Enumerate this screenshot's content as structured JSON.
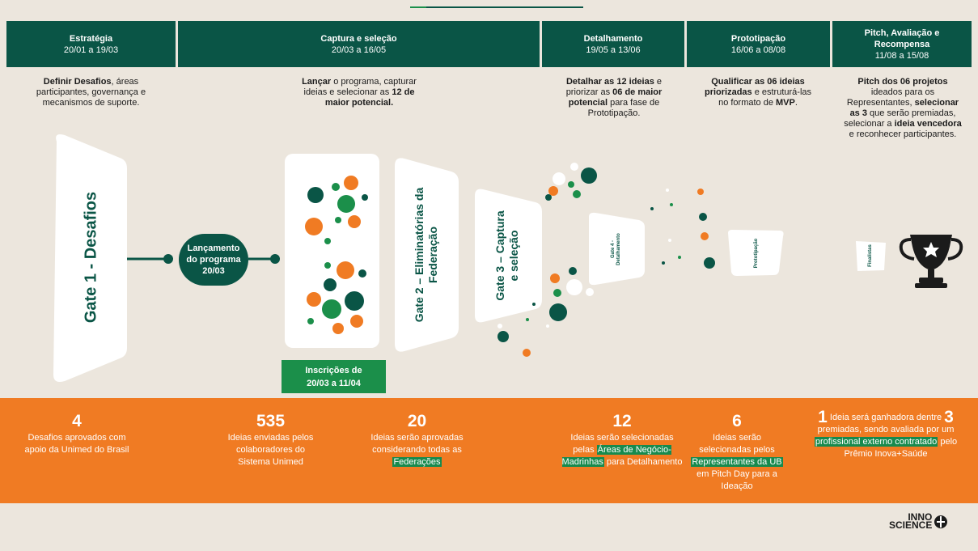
{
  "phases": [
    {
      "title": "Estratégia",
      "dates": "20/01 a 19/03"
    },
    {
      "title": "Captura e seleção",
      "dates": "20/03 a 16/05"
    },
    {
      "title": "Detalhamento",
      "dates": "19/05 a 13/06"
    },
    {
      "title": "Prototipação",
      "dates": "16/06 a 08/08"
    },
    {
      "title": "Pitch, Avaliação e Recompensa",
      "dates": "11/08 a 15/08"
    }
  ],
  "descriptions": {
    "estrategia": {
      "b1": "Definir Desafios",
      "t1": ", áreas participantes, governança e mecanismos de suporte."
    },
    "captura": {
      "b1": "Lançar",
      "t1": " o programa, capturar ideias e selecionar as ",
      "b2": "12 de maior potencial."
    },
    "detalhamento": {
      "b1": "Detalhar as 12 ideias",
      "t1": " e priorizar as ",
      "b2": "06 de maior potencial",
      "t2": " para fase de Prototipação."
    },
    "prototipacao": {
      "b1": "Qualificar as 06 ideias priorizadas",
      "t1": " e estruturá-las no formato de ",
      "b2": "MVP",
      "t2": "."
    },
    "pitch": {
      "b1": "Pitch dos 06 projetos",
      "t1": " ideados para os Representantes, ",
      "b2": "selecionar as 3",
      "t2": " que serão premiadas, selecionar a ",
      "b3": "ideia vencedora",
      "t3": " e reconhecer participantes."
    }
  },
  "gates": {
    "gate1": "Gate 1 - Desafios",
    "gate2": "Gate 2 – Eliminatórias da Federação",
    "gate3": "Gate 3 – Captura e seleção",
    "gate4": "Gate 4 - Detalhamento",
    "proto": "Prototipação",
    "finalistas": "Finalistas"
  },
  "launch": {
    "line1": "Lançamento",
    "line2": "do programa",
    "line3": "20/03"
  },
  "inscricoes": {
    "line1": "Inscrições de",
    "line2": "20/03 a 11/04"
  },
  "stats": {
    "s1": {
      "num": "4",
      "text": "Desafios aprovados com apoio da Unimed do Brasil"
    },
    "s2": {
      "num": "535",
      "text": "Ideias enviadas pelos colaboradores do Sistema Unimed"
    },
    "s3": {
      "num": "20",
      "t1": "Ideias serão aprovadas considerando todas as ",
      "hl": "Federações"
    },
    "s4": {
      "num": "12",
      "t1": "Ideias serão selecionadas pelas ",
      "hl": "Áreas de Negócio-Madrinhas",
      "t2": " para Detalhamento"
    },
    "s5": {
      "num": "6",
      "t1": "Ideias serão selecionadas pelos ",
      "hl": "Representantes da UB",
      "t2": " em Pitch Day para a Ideação"
    },
    "s6": {
      "num1": "1",
      "t1": " Ideia será ganhadora dentre ",
      "num2": "3",
      "t2": " premiadas, sendo avaliada  por um ",
      "hl": "profissional externo contratado",
      "t3": " pelo Prêmio Inova+Saúde"
    }
  },
  "logo": {
    "line1": "INNO",
    "line2": "SCIENCE"
  },
  "colors": {
    "dark_green": "#0a5546",
    "green": "#1b8f4a",
    "orange": "#f07b23",
    "background": "#ece6dd"
  },
  "icons": {
    "trophy": "trophy-icon"
  }
}
